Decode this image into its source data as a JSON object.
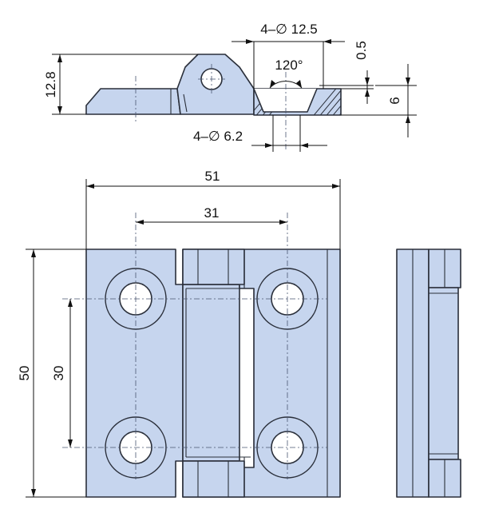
{
  "drawing": {
    "top_view": {
      "dim_height": "12.8",
      "dim_counterbore": "4–∅ 12.5",
      "dim_hole": "4–∅ 6.2",
      "dim_angle": "120°",
      "dim_gap": "0.5",
      "dim_thickness": "6"
    },
    "front_view": {
      "dim_width": "51",
      "dim_hole_spacing_x": "31",
      "dim_height": "50",
      "dim_hole_spacing_y": "30"
    }
  },
  "colors": {
    "part_fill": "#c6d5ee",
    "outline": "#2a2f3a"
  }
}
